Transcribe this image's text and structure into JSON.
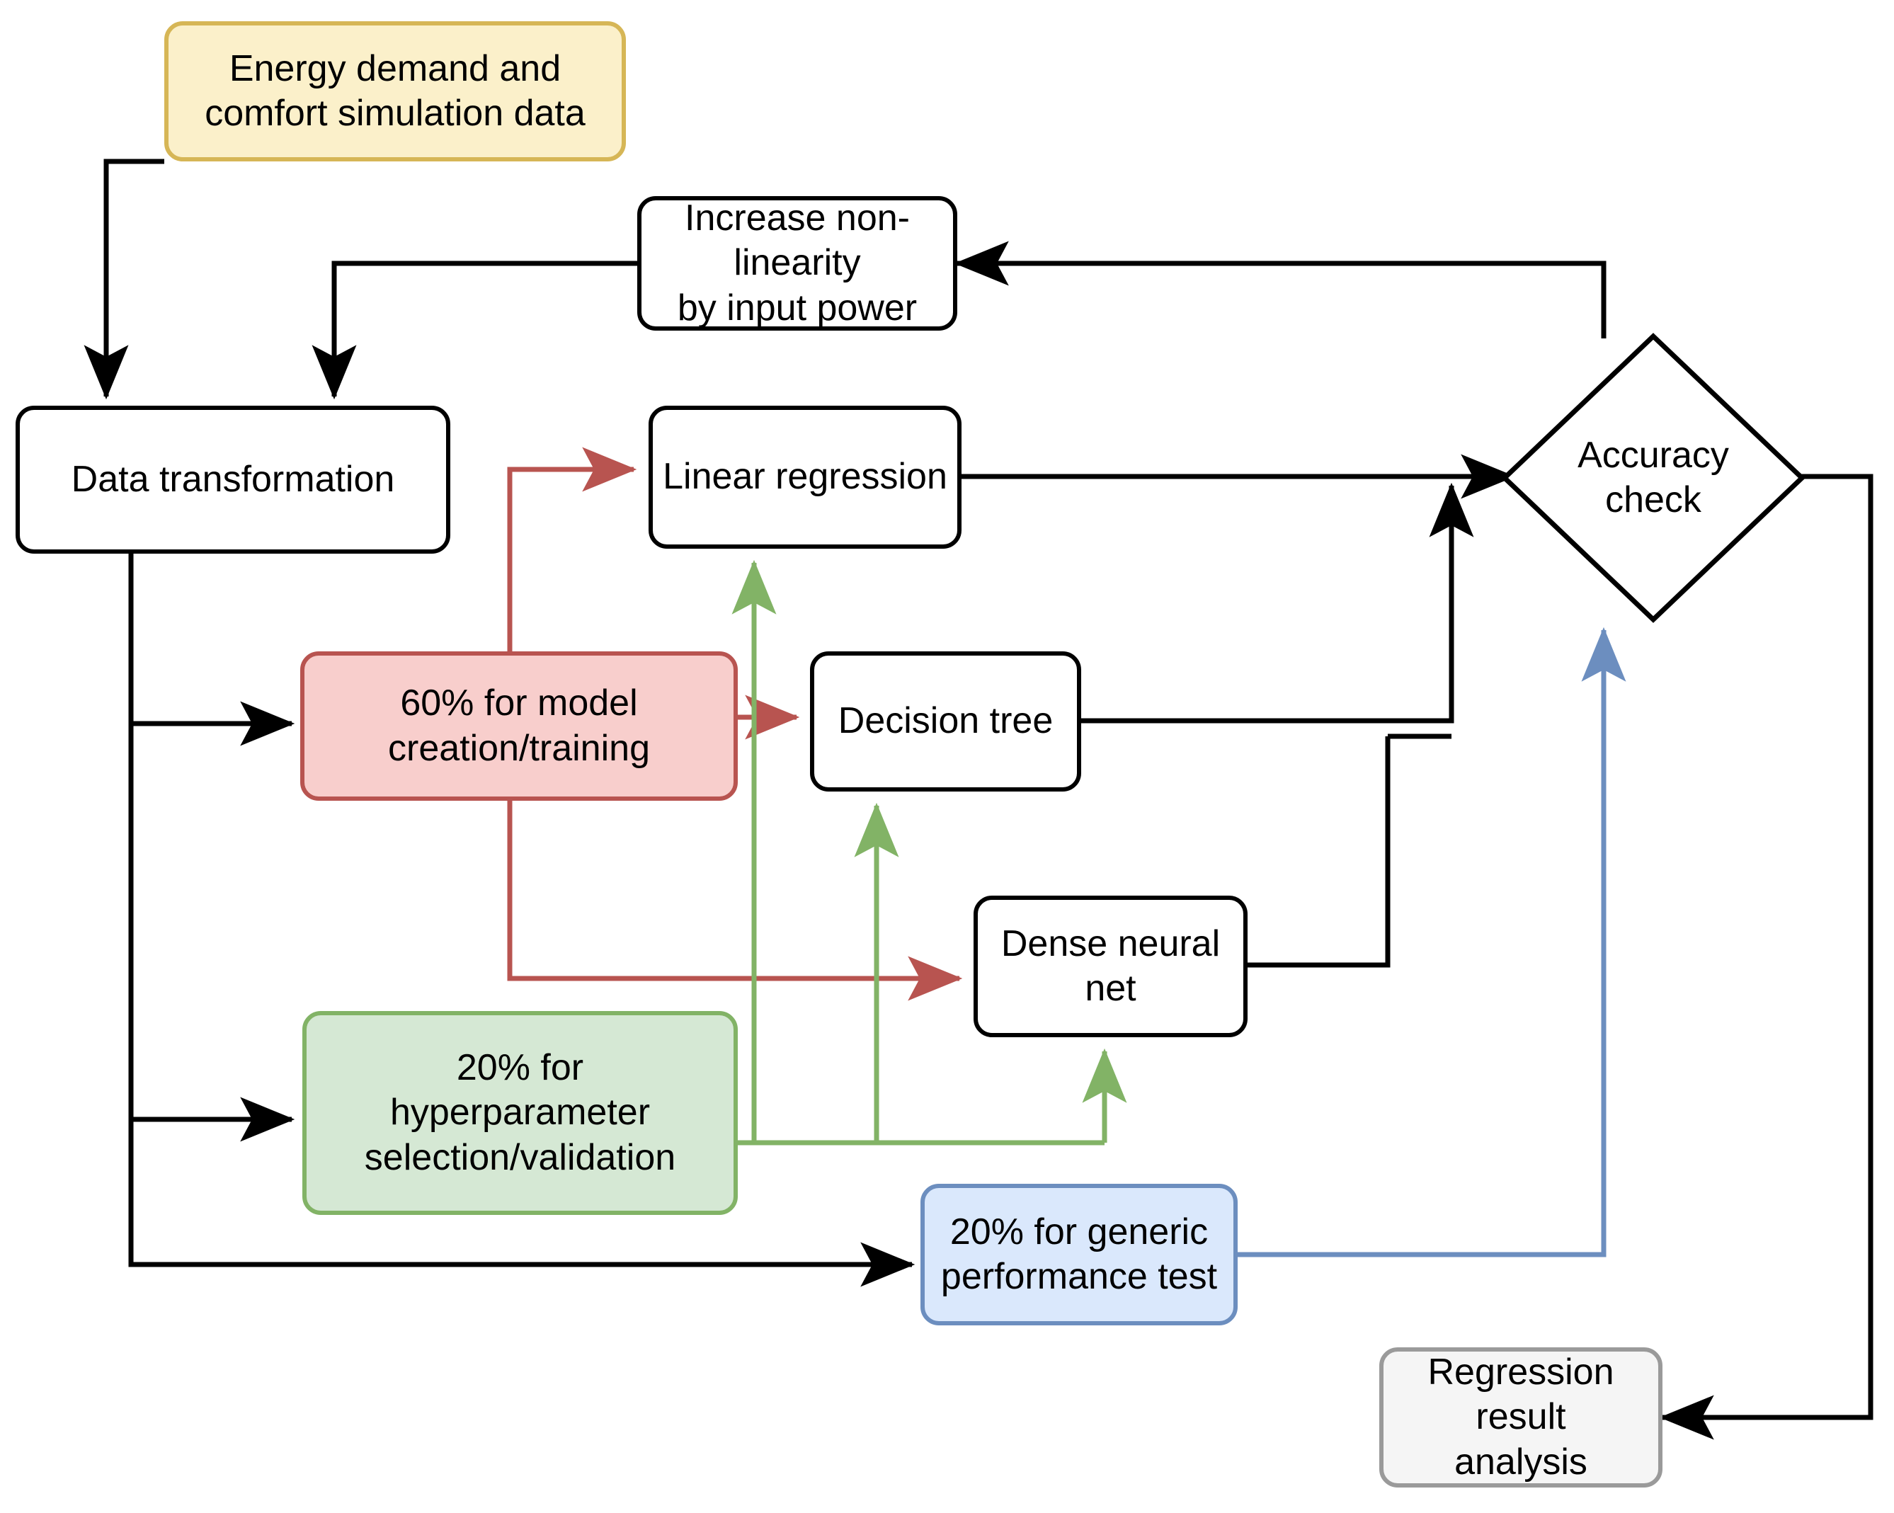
{
  "diagram": {
    "title": "Machine learning regression workflow",
    "colors": {
      "yellow_fill": "#fbf0ca",
      "yellow_stroke": "#d6b656",
      "red_fill": "#f8cecc",
      "red_stroke": "#b85450",
      "green_fill": "#d5e8d4",
      "green_stroke": "#82b366",
      "blue_fill": "#dae8fc",
      "blue_stroke": "#6c8ebf",
      "white_fill": "#ffffff",
      "black_stroke": "#000000",
      "gray_fill": "#f5f5f5",
      "gray_stroke": "#9a9a9a"
    },
    "nodes": [
      {
        "id": "data-source",
        "label": "Energy demand and\ncomfort simulation data",
        "shape": "rounded-rect",
        "style": "yellow"
      },
      {
        "id": "increase-nonlin",
        "label": "Increase non-linearity\nby input power",
        "shape": "rounded-rect",
        "style": "white"
      },
      {
        "id": "data-transform",
        "label": "Data transformation",
        "shape": "rounded-rect",
        "style": "white"
      },
      {
        "id": "train-split",
        "label": "60% for model\ncreation/training",
        "shape": "rounded-rect",
        "style": "red"
      },
      {
        "id": "validation-split",
        "label": "20% for\nhyperparameter\nselection/validation",
        "shape": "rounded-rect",
        "style": "green"
      },
      {
        "id": "test-split",
        "label": "20% for generic\nperformance test",
        "shape": "rounded-rect",
        "style": "blue"
      },
      {
        "id": "linear-regression",
        "label": "Linear regression",
        "shape": "rounded-rect",
        "style": "white"
      },
      {
        "id": "decision-tree",
        "label": "Decision tree",
        "shape": "rounded-rect",
        "style": "white"
      },
      {
        "id": "dense-neural-net",
        "label": "Dense neural net",
        "shape": "rounded-rect",
        "style": "white"
      },
      {
        "id": "accuracy-check",
        "label": "Accuracy\ncheck",
        "shape": "diamond",
        "style": "white"
      },
      {
        "id": "result-analysis",
        "label": "Regression result\nanalysis",
        "shape": "rounded-rect",
        "style": "gray"
      }
    ],
    "edges": [
      {
        "from": "data-source",
        "to": "data-transform",
        "color": "black"
      },
      {
        "from": "increase-nonlin",
        "to": "data-transform",
        "color": "black"
      },
      {
        "from": "data-transform",
        "to": "train-split",
        "color": "black"
      },
      {
        "from": "data-transform",
        "to": "validation-split",
        "color": "black"
      },
      {
        "from": "data-transform",
        "to": "test-split",
        "color": "black"
      },
      {
        "from": "train-split",
        "to": "linear-regression",
        "color": "red"
      },
      {
        "from": "train-split",
        "to": "decision-tree",
        "color": "red"
      },
      {
        "from": "train-split",
        "to": "dense-neural-net",
        "color": "red"
      },
      {
        "from": "validation-split",
        "to": "linear-regression",
        "color": "green"
      },
      {
        "from": "validation-split",
        "to": "decision-tree",
        "color": "green"
      },
      {
        "from": "validation-split",
        "to": "dense-neural-net",
        "color": "green"
      },
      {
        "from": "linear-regression",
        "to": "accuracy-check",
        "color": "black"
      },
      {
        "from": "decision-tree",
        "to": "accuracy-check",
        "color": "black"
      },
      {
        "from": "dense-neural-net",
        "to": "accuracy-check",
        "color": "black"
      },
      {
        "from": "test-split",
        "to": "accuracy-check",
        "color": "blue"
      },
      {
        "from": "accuracy-check",
        "to": "increase-nonlin",
        "color": "black"
      },
      {
        "from": "accuracy-check",
        "to": "result-analysis",
        "color": "black"
      }
    ]
  },
  "labels": {
    "data_source": "Energy demand and\ncomfort simulation data",
    "increase_nonlinearity": "Increase non-linearity\nby input power",
    "data_transformation": "Data transformation",
    "train_split": "60% for model\ncreation/training",
    "validation_split": "20% for\nhyperparameter\nselection/validation",
    "test_split": "20% for generic\nperformance test",
    "linear_regression": "Linear regression",
    "decision_tree": "Decision tree",
    "dense_neural_net": "Dense neural net",
    "accuracy_check": "Accuracy\ncheck",
    "result_analysis": "Regression result\nanalysis"
  }
}
